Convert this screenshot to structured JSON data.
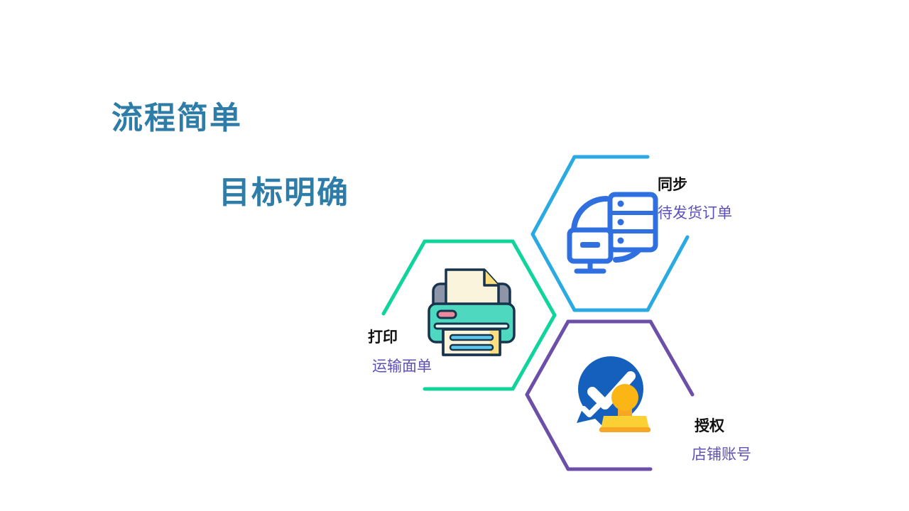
{
  "slide": {
    "background_color": "#ffffff",
    "headline": {
      "line1": "流程简单",
      "line2": "目标明确",
      "color": "#2E7CA8"
    }
  },
  "diagram": {
    "type": "hexagon-cluster",
    "nodes": [
      {
        "id": "sync",
        "title": "同步",
        "subtitle": "待发货订单",
        "outline_color": "#29AAE3",
        "icon": "server-sync-icon",
        "icon_color": "#2F6FE0",
        "title_color": "#111111",
        "subtitle_color": "#5E51B8"
      },
      {
        "id": "print",
        "title": "打印",
        "subtitle": "运输面单",
        "outline_color": "#0FD49C",
        "icon": "printer-icon",
        "icon_color": "#4ED8C0",
        "title_color": "#111111",
        "subtitle_color": "#5E51B8"
      },
      {
        "id": "authorize",
        "title": "授权",
        "subtitle": "店铺账号",
        "outline_color": "#6B4FA8",
        "icon": "verified-stamp-icon",
        "icon_color": "#1560BD",
        "title_color": "#111111",
        "subtitle_color": "#5E51B8"
      }
    ]
  }
}
